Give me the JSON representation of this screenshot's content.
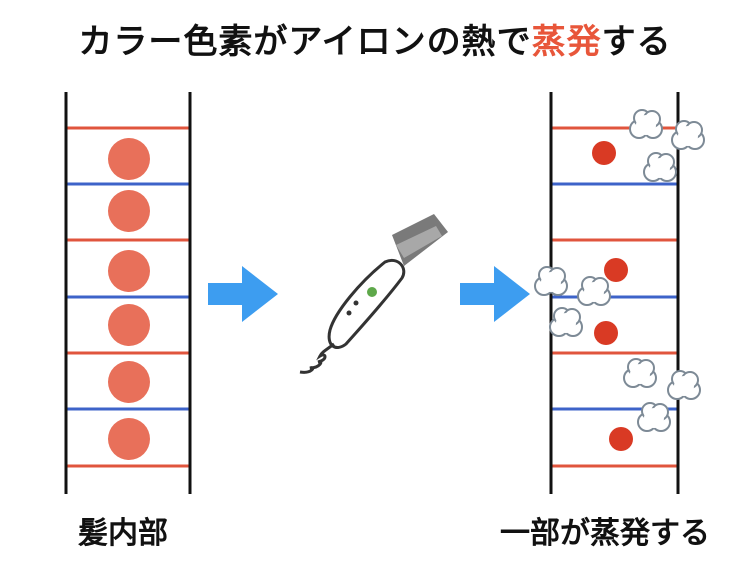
{
  "title": {
    "main": "カラー色素がアイロンの熱で",
    "highlight": "蒸発",
    "suffix": "する"
  },
  "captions": {
    "left": "髪内部",
    "right": "一部が蒸発する"
  },
  "colors": {
    "red_line": "#e0553d",
    "blue_line": "#3d63c9",
    "rail": "#111111",
    "dot_light": "#e8705a",
    "dot_dark": "#d93a24",
    "arrow": "#3d9df0",
    "accent": "#e8563a"
  },
  "icons": [
    "arrow-right-icon",
    "hair-iron-icon",
    "steam-cloud-icon"
  ]
}
